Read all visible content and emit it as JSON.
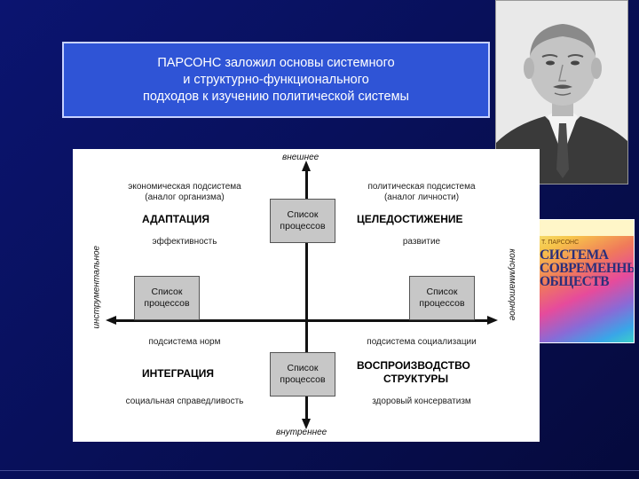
{
  "title": {
    "line1": "ПАРСОНС  заложил основы системного",
    "line2": "и структурно-функционального",
    "line3": "подходов к изучению политической системы"
  },
  "book": {
    "author": "Т. ПАРСОНС",
    "title": "СИСТЕМА СОВРЕМЕННЫХ ОБЩЕСТВ"
  },
  "diagram": {
    "axis_top": "внешнее",
    "axis_bottom": "внутреннее",
    "axis_left": "инструментальное",
    "axis_right": "консумматорное",
    "process_box": {
      "line1": "Список",
      "line2": "процессов"
    },
    "quadrants": {
      "top_left": {
        "subsystem": "экономическая подсистема",
        "analog": "(аналог организма)",
        "function": "АДАПТАЦИЯ",
        "criterion": "эффективность"
      },
      "top_right": {
        "subsystem": "политическая подсистема",
        "analog": "(аналог личности)",
        "function": "ЦЕЛЕДОСТИЖЕНИЕ",
        "criterion": "развитие"
      },
      "bottom_left": {
        "subsystem": "подсистема норм",
        "function": "ИНТЕГРАЦИЯ",
        "criterion": "социальная справедливость"
      },
      "bottom_right": {
        "subsystem": "подсистема социализации",
        "function_line1": "ВОСПРОИЗВОДСТВО",
        "function_line2": "СТРУКТУРЫ",
        "criterion": "здоровый консерватизм"
      }
    }
  }
}
